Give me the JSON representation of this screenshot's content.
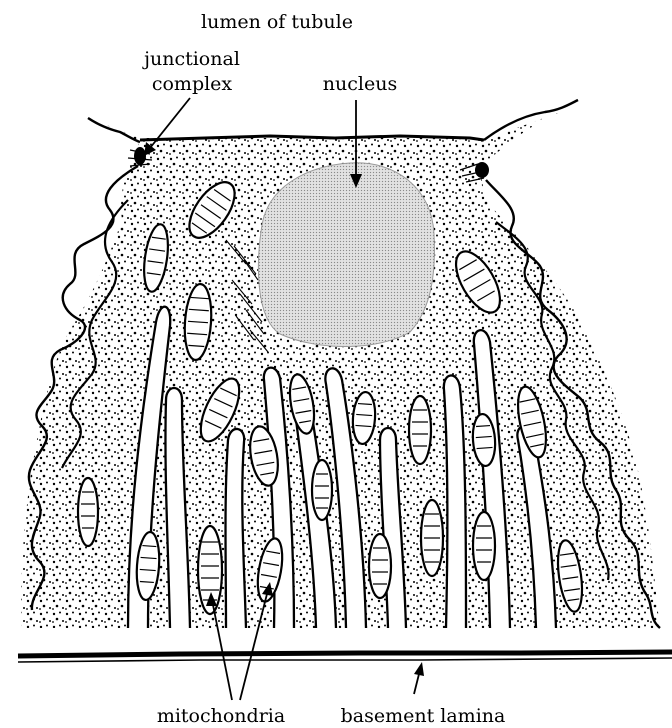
{
  "labels": {
    "lumen": "lumen of tubule",
    "junctional_line1": "junctional",
    "junctional_line2": "complex",
    "nucleus": "nucleus",
    "mitochondria": "mitochondria",
    "basement": "basement lamina"
  }
}
